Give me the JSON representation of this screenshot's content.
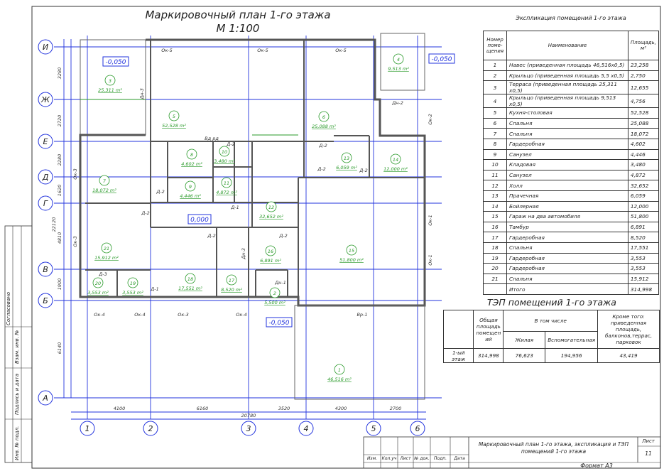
{
  "plan": {
    "title": "Маркировочный план 1-го этажа",
    "scale": "М 1:100",
    "axes_letters": [
      "И",
      "Ж",
      "Е",
      "Д",
      "Г",
      "В",
      "Б",
      "А"
    ],
    "axes_numbers": [
      "1",
      "2",
      "3",
      "4",
      "5",
      "6"
    ],
    "dims_left": [
      "3280",
      "2720",
      "2280",
      "1620",
      "22120",
      "4810",
      "1900",
      "6140"
    ],
    "dims_bottom": [
      "4100",
      "6160",
      "3520",
      "4300",
      "2700"
    ],
    "dim_total": "20780",
    "levels": [
      "-0,050",
      "-0,050",
      "0,000",
      "-0,050"
    ],
    "rooms": [
      {
        "no": "1",
        "area": "46,516 m²"
      },
      {
        "no": "2",
        "area": "5,500 m²"
      },
      {
        "no": "3",
        "area": "25,311 m²"
      },
      {
        "no": "4",
        "area": "9,513 m²"
      },
      {
        "no": "5",
        "area": "52,528 m²"
      },
      {
        "no": "6",
        "area": "25,088 m²"
      },
      {
        "no": "7",
        "area": "18,072 m²"
      },
      {
        "no": "8",
        "area": "4,602 m²"
      },
      {
        "no": "9",
        "area": "4,446 m²"
      },
      {
        "no": "10",
        "area": "3,480 m²"
      },
      {
        "no": "11",
        "area": "4,872 m²"
      },
      {
        "no": "12",
        "area": "32,652 m²"
      },
      {
        "no": "13",
        "area": "6,059 m²"
      },
      {
        "no": "14",
        "area": "12,000 m²"
      },
      {
        "no": "15",
        "area": "51,800 m²"
      },
      {
        "no": "16",
        "area": "6,891 m²"
      },
      {
        "no": "17",
        "area": "8,520 m²"
      },
      {
        "no": "18",
        "area": "17,551 m²"
      },
      {
        "no": "19",
        "area": "3,553 m²"
      },
      {
        "no": "20",
        "area": "3,553 m²"
      },
      {
        "no": "21",
        "area": "15,912 m²"
      }
    ],
    "labels": {
      "ok5": "Ок-5",
      "ok4": "Ок-4",
      "ok3": "Ок-3",
      "ok2": "Ок-2",
      "ok1": "Ок-1",
      "vr1": "Вр-1",
      "dn2": "Дн-2",
      "dn1": "Дн-1",
      "dn3": "Дн-3",
      "d1": "Д-1",
      "d2": "Д-2",
      "d3": "Д-3",
      "vd": "Вд рд"
    }
  },
  "explication": {
    "caption": "Экспликация помещений 1-го этажа",
    "head": {
      "no": "Номер поме-щения",
      "name": "Наименование",
      "area": "Площадь, м²"
    },
    "rows": [
      {
        "no": "1",
        "name": "Навес (приведенная площадь 46,516х0,5)",
        "area": "23,258"
      },
      {
        "no": "2",
        "name": "Крыльцо (приведенная площадь 5,5 х0,5)",
        "area": "2,750"
      },
      {
        "no": "3",
        "name": "Терраса (приведенная площадь 25,311 х0,5)",
        "area": "12,655"
      },
      {
        "no": "4",
        "name": "Крыльцо (приведенная площадь 9,513 х0,5)",
        "area": "4,756"
      },
      {
        "no": "5",
        "name": "Кухня-столовая",
        "area": "52,528"
      },
      {
        "no": "6",
        "name": "Спальня",
        "area": "25,088"
      },
      {
        "no": "7",
        "name": "Спальня",
        "area": "18,072"
      },
      {
        "no": "8",
        "name": "Гардеробная",
        "area": "4,602"
      },
      {
        "no": "9",
        "name": "Санузел",
        "area": "4,446"
      },
      {
        "no": "10",
        "name": "Кладовая",
        "area": "3,480"
      },
      {
        "no": "11",
        "name": "Санузел",
        "area": "4,872"
      },
      {
        "no": "12",
        "name": "Холл",
        "area": "32,652"
      },
      {
        "no": "13",
        "name": "Прачечная",
        "area": "6,059"
      },
      {
        "no": "14",
        "name": "Бойлерная",
        "area": "12,000"
      },
      {
        "no": "15",
        "name": "Гараж на два автомобиля",
        "area": "51,800"
      },
      {
        "no": "16",
        "name": "Тамбур",
        "area": "6,891"
      },
      {
        "no": "17",
        "name": "Гардеробная",
        "area": "8,520"
      },
      {
        "no": "18",
        "name": "Спальня",
        "area": "17,551"
      },
      {
        "no": "19",
        "name": "Гардеробная",
        "area": "3,553"
      },
      {
        "no": "20",
        "name": "Гардеробная",
        "area": "3,553"
      },
      {
        "no": "21",
        "name": "Спальня",
        "area": "15,912"
      }
    ],
    "total": {
      "label": "Итого",
      "area": "314,998"
    }
  },
  "tep": {
    "title": "ТЭП помещений 1-го этажа",
    "h_total": "Общая площадь помещен ий",
    "h_incl": "В том числе",
    "h_living": "Жилая",
    "h_aux": "Вспомогательная",
    "h_extra": "Кроме того: приведенная площадь, балконов,террас, парковок",
    "row": {
      "label": "1-ый этаж",
      "total": "314,998",
      "living": "76,623",
      "aux": "194,956",
      "extra": "43,419"
    }
  },
  "stamps": {
    "agreed": "Согласовано",
    "inv_replace": "Взам. инв. №",
    "sign_date": "Подпись и дата",
    "inv_orig": "Инв. № подл."
  },
  "title_block": {
    "cols": [
      "Изм.",
      "Кол.уч",
      "Лист",
      "№ док.",
      "Подп.",
      "Дата"
    ],
    "description": "Маркировочный план 1-го этажа, экспликация и ТЭП помещений 1-го этажа",
    "sheet_label": "Лист",
    "sheet_no": "11",
    "format": "Формат А3"
  }
}
